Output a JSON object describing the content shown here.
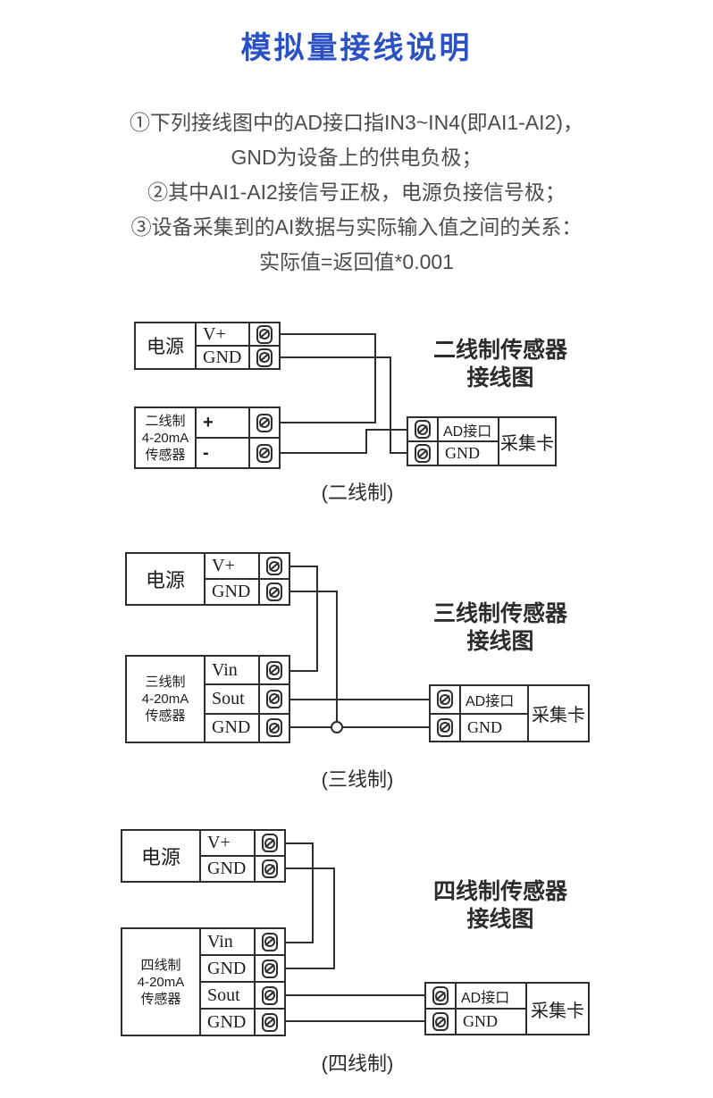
{
  "page": {
    "title": "模拟量接线说明",
    "title_color": "#2b52c4",
    "line_color": "#2e2e2e",
    "instructions": [
      "①下列接线图中的AD接口指IN3~IN4(即AI1-AI2)，",
      "GND为设备上的供电负极；",
      "②其中AI1-AI2接信号正极，电源负接信号极；",
      "③设备采集到的AI数据与实际输入值之间的关系：",
      "实际值=返回值*0.001"
    ]
  },
  "diagrams": [
    {
      "name": "two-wire",
      "heading": [
        "二线制传感器",
        "接线图"
      ],
      "caption": "(二线制)",
      "power": {
        "label": "电源",
        "pins": [
          "V+",
          "GND"
        ]
      },
      "sensor": {
        "label_lines": [
          "二线制",
          "4-20mA",
          "传感器"
        ],
        "pins": [
          "+",
          "-"
        ]
      },
      "card": {
        "label": "采集卡",
        "pins": [
          "AD接口",
          "GND"
        ]
      }
    },
    {
      "name": "three-wire",
      "heading": [
        "三线制传感器",
        "接线图"
      ],
      "caption": "(三线制)",
      "power": {
        "label": "电源",
        "pins": [
          "V+",
          "GND"
        ]
      },
      "sensor": {
        "label_lines": [
          "三线制",
          "4-20mA",
          "传感器"
        ],
        "pins": [
          "Vin",
          "Sout",
          "GND"
        ]
      },
      "card": {
        "label": "采集卡",
        "pins": [
          "AD接口",
          "GND"
        ]
      }
    },
    {
      "name": "four-wire",
      "heading": [
        "四线制传感器",
        "接线图"
      ],
      "caption": "(四线制)",
      "power": {
        "label": "电源",
        "pins": [
          "V+",
          "GND"
        ]
      },
      "sensor": {
        "label_lines": [
          "四线制",
          "4-20mA",
          "传感器"
        ],
        "pins": [
          "Vin",
          "GND",
          "Sout",
          "GND"
        ]
      },
      "card": {
        "label": "采集卡",
        "pins": [
          "AD接口",
          "GND"
        ]
      }
    }
  ]
}
